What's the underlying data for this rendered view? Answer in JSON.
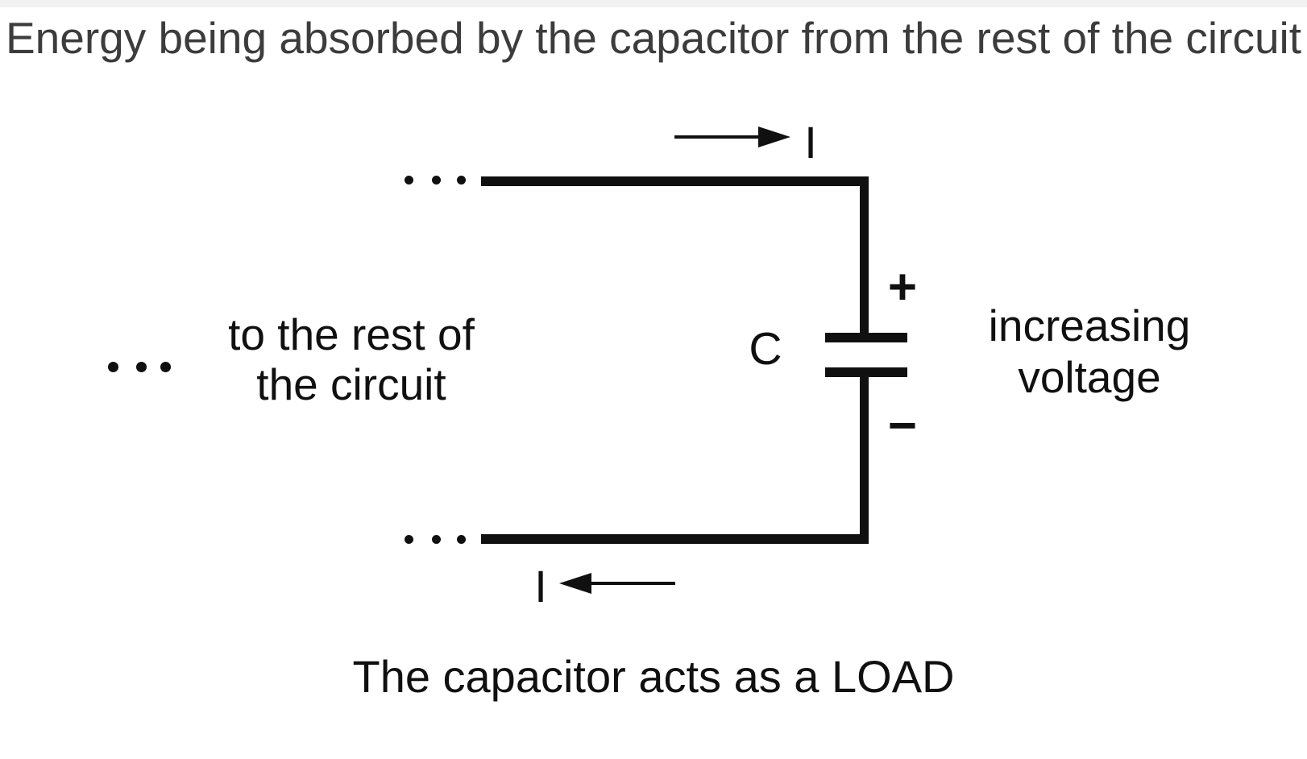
{
  "title": "Energy being absorbed by the capacitor from the rest of the circuit",
  "caption": "The capacitor acts as a LOAD",
  "left_wire_label": {
    "line1": "to the rest of",
    "line2": "the circuit"
  },
  "voltage_label": {
    "line1": "increasing",
    "line2": "voltage"
  },
  "capacitor": {
    "label": "C",
    "plus_sign": "+",
    "minus_sign": "−"
  },
  "current": {
    "top_label": "I",
    "top_direction": "right",
    "bottom_label": "I",
    "bottom_direction": "left"
  },
  "colors": {
    "background": "#ffffff",
    "ink": "#101010",
    "title_text": "#3c3c3c"
  }
}
